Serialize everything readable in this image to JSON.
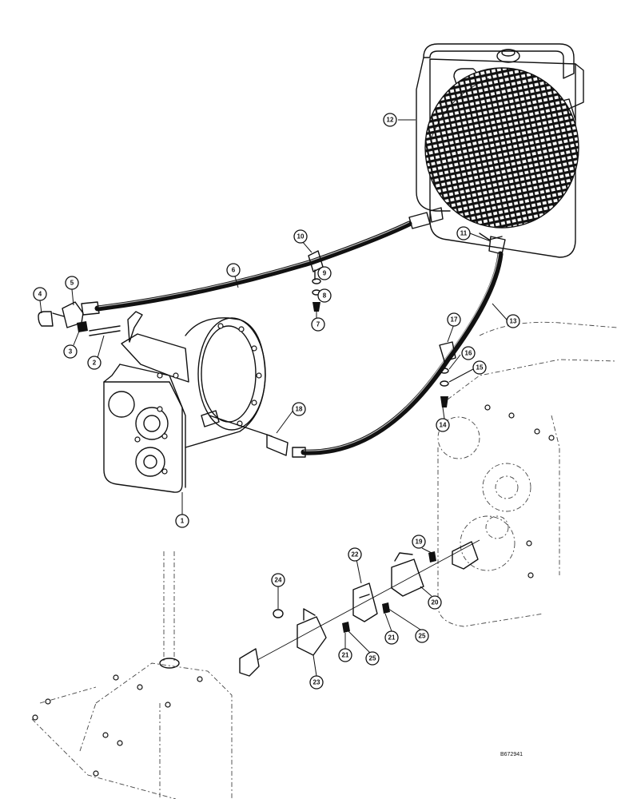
{
  "document_id": "B672941",
  "callouts": [
    {
      "id": "1",
      "label": "1"
    },
    {
      "id": "2",
      "label": "2"
    },
    {
      "id": "3",
      "label": "3"
    },
    {
      "id": "4",
      "label": "4"
    },
    {
      "id": "5",
      "label": "5"
    },
    {
      "id": "6",
      "label": "6"
    },
    {
      "id": "7",
      "label": "7"
    },
    {
      "id": "8",
      "label": "8"
    },
    {
      "id": "9",
      "label": "9"
    },
    {
      "id": "10",
      "label": "10"
    },
    {
      "id": "11",
      "label": "11"
    },
    {
      "id": "12",
      "label": "12"
    },
    {
      "id": "13",
      "label": "13"
    },
    {
      "id": "14",
      "label": "14"
    },
    {
      "id": "15",
      "label": "15"
    },
    {
      "id": "16",
      "label": "16"
    },
    {
      "id": "17",
      "label": "17"
    },
    {
      "id": "18",
      "label": "18"
    },
    {
      "id": "19",
      "label": "19"
    },
    {
      "id": "20",
      "label": "20"
    },
    {
      "id": "21a",
      "label": "21"
    },
    {
      "id": "21b",
      "label": "21"
    },
    {
      "id": "22",
      "label": "22"
    },
    {
      "id": "23",
      "label": "23"
    },
    {
      "id": "24",
      "label": "24"
    },
    {
      "id": "25a",
      "label": "25"
    },
    {
      "id": "25b",
      "label": "25"
    }
  ]
}
